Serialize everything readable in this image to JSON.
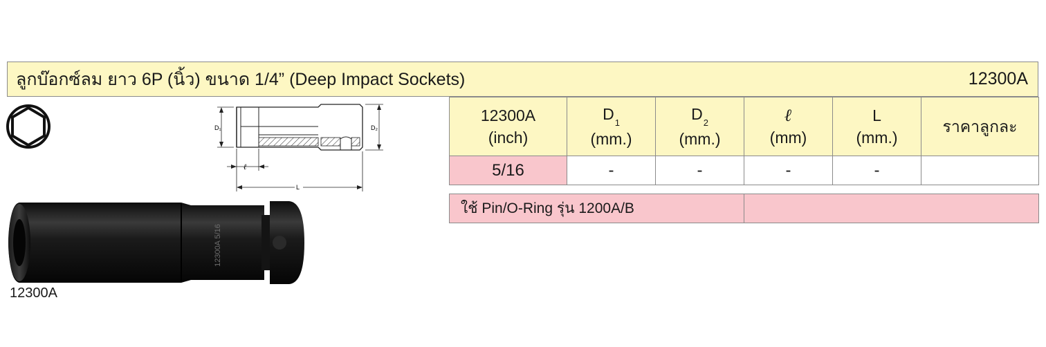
{
  "header": {
    "title": "ลูกบ๊อกซ์ลม ยาว 6P (นิ้ว) ขนาด 1/4” (Deep Impact Sockets)",
    "code": "12300A"
  },
  "diagram": {
    "labels": {
      "d1": "D₁",
      "d2": "D₂",
      "ell": "ℓ",
      "L": "L"
    }
  },
  "photo": {
    "caption": "12300A",
    "engraving": "12300A 5/16"
  },
  "spec_table": {
    "columns": [
      {
        "line1": "12300A",
        "line2": "(inch)"
      },
      {
        "main": "D",
        "sub": "1",
        "line2": "(mm.)"
      },
      {
        "main": "D",
        "sub": "2",
        "line2": "(mm.)"
      },
      {
        "main": "ℓ",
        "line2": "(mm)"
      },
      {
        "main": "L",
        "line2": "(mm.)"
      },
      {
        "line1": "ราคาลูกละ"
      }
    ],
    "rows": [
      {
        "size": "5/16",
        "d1": "-",
        "d2": "-",
        "ell": "-",
        "L": "-",
        "price": ""
      }
    ]
  },
  "note": {
    "text": "ใช้ Pin/O-Ring รุ่น 1200A/B",
    "value": ""
  },
  "colors": {
    "header_fill": "#fdf7c3",
    "highlight_fill": "#f9c6cc",
    "border": "#8a8a8a"
  }
}
